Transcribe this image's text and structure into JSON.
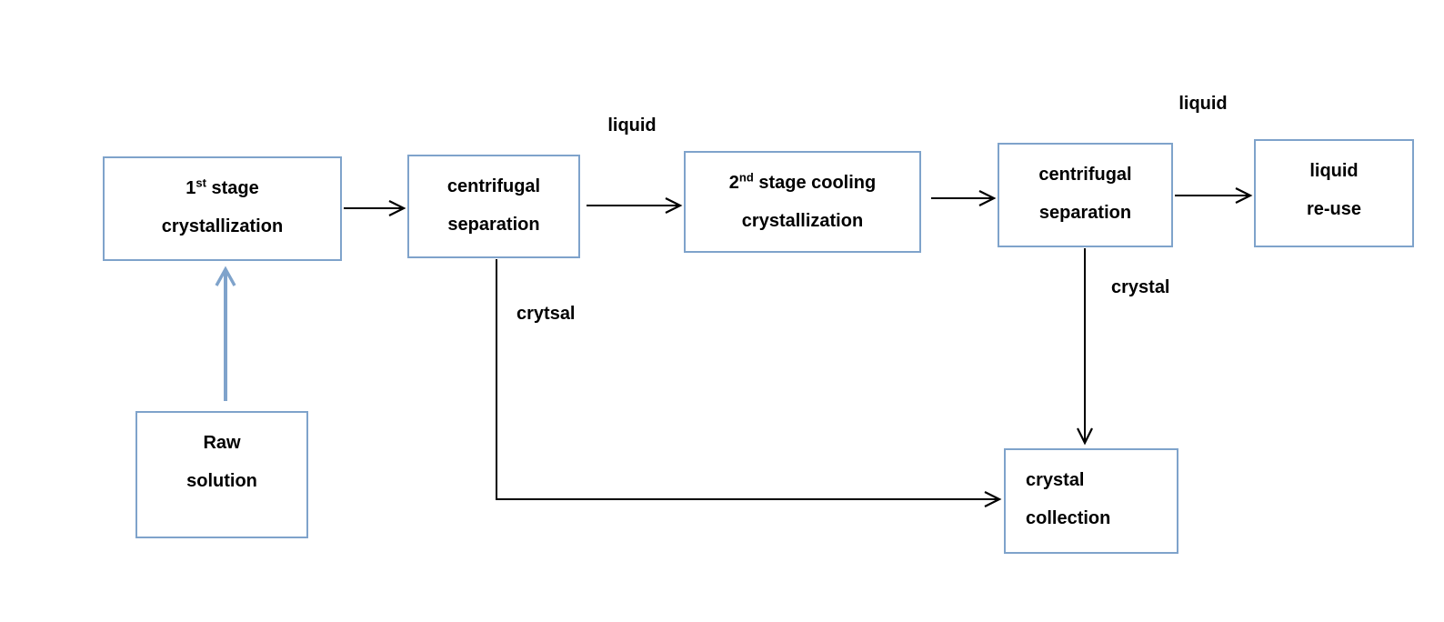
{
  "diagram": {
    "boxes": {
      "stage1": {
        "l1a": "1",
        "l1sup": "st",
        "l1b": " stage",
        "l2": "crystallization"
      },
      "sep1": {
        "l1": "centrifugal",
        "l2": "separation"
      },
      "stage2": {
        "l1a": "2",
        "l1sup": "nd",
        "l1b": " stage cooling",
        "l2": "crystallization"
      },
      "sep2": {
        "l1": "centrifugal",
        "l2": "separation"
      },
      "reuse": {
        "l1": "liquid",
        "l2": "re-use"
      },
      "raw": {
        "l1": "Raw",
        "l2": "solution"
      },
      "collect": {
        "l1": "crystal",
        "l2": "collection"
      }
    },
    "labels": {
      "liquid_mid": "liquid",
      "liquid_top": "liquid",
      "crytsal": "crytsal",
      "crystal": "crystal"
    },
    "colors": {
      "box_border": "#7fa3cb",
      "blue_arrow": "#7fa3cb",
      "black_arrow": "#000000"
    }
  }
}
